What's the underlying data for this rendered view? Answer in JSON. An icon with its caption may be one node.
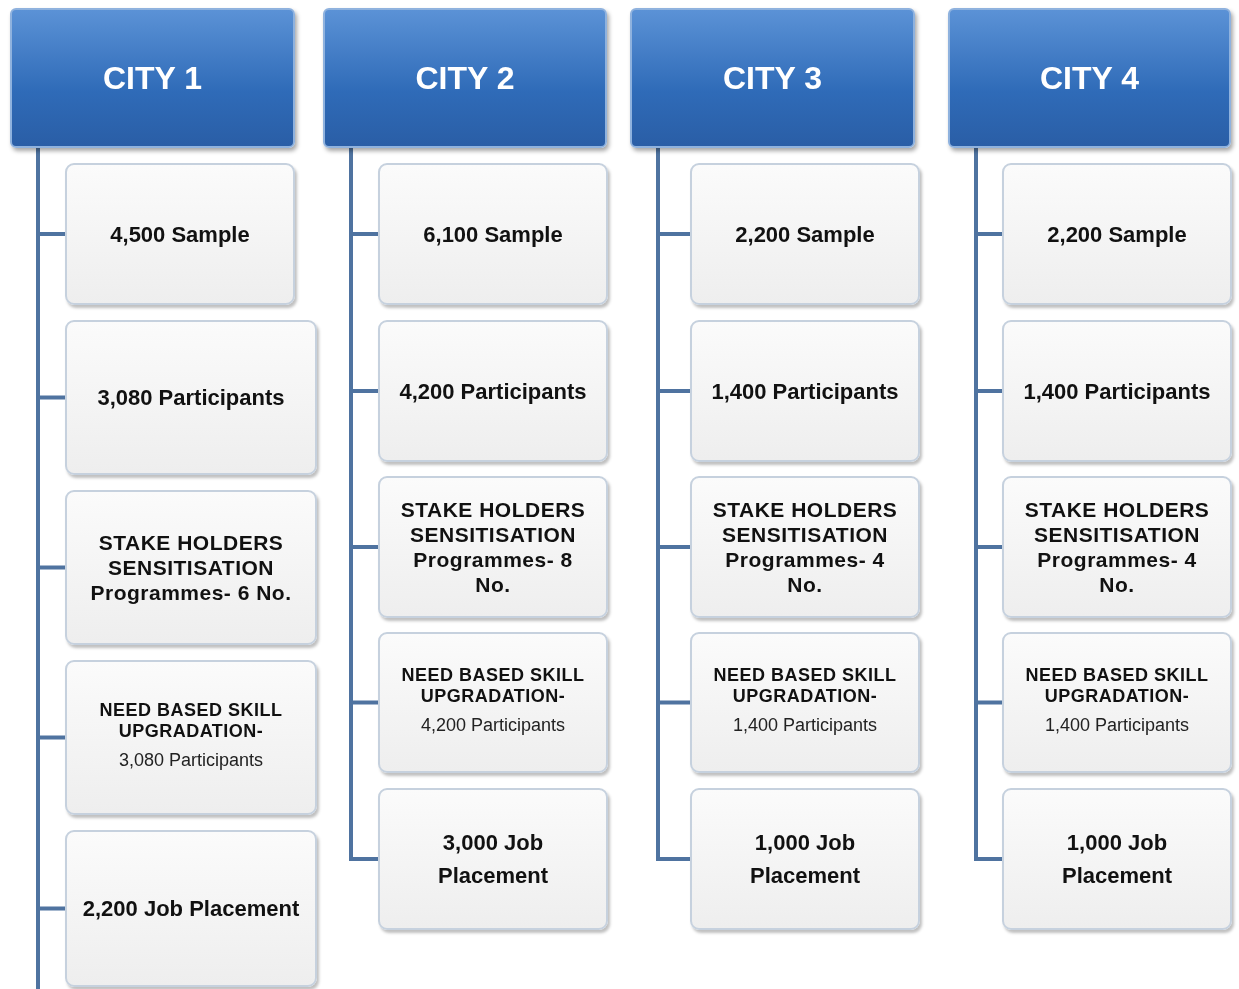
{
  "diagram": {
    "nodes": [
      {
        "text": [
          "CITY 1"
        ]
      },
      {
        "text": [
          "4,500 Sample"
        ]
      },
      {
        "text": [
          "3,080 Participants"
        ]
      },
      {
        "text": [
          "STAKE HOLDERS SENSITISATION Programmes- 6 No."
        ]
      },
      {
        "text": [
          "NEED BASED SKILL UPGRADATION-",
          "3,080 Participants"
        ]
      },
      {
        "text": [
          "2,200 Job Placement"
        ]
      },
      {
        "text": [
          "CITY 2"
        ]
      },
      {
        "text": [
          "6,100 Sample"
        ]
      },
      {
        "text": [
          "4,200 Participants"
        ]
      },
      {
        "text": [
          "STAKE HOLDERS SENSITISATION Programmes- 8 No."
        ]
      },
      {
        "text": [
          "NEED BASED SKILL UPGRADATION-",
          "4,200 Participants"
        ]
      },
      {
        "text": [
          "3,000 Job Placement"
        ]
      },
      {
        "text": [
          "CITY 3"
        ]
      },
      {
        "text": [
          "2,200 Sample"
        ]
      },
      {
        "text": [
          "1,400 Participants"
        ]
      },
      {
        "text": [
          "STAKE HOLDERS SENSITISATION Programmes- 4 No."
        ]
      },
      {
        "text": [
          "NEED BASED SKILL UPGRADATION-",
          "1,400 Participants"
        ]
      },
      {
        "text": [
          "1,000 Job Placement"
        ]
      },
      {
        "text": [
          "CITY 4"
        ]
      },
      {
        "text": [
          "2,200 Sample"
        ]
      },
      {
        "text": [
          "1,400 Participants"
        ]
      },
      {
        "text": [
          "STAKE HOLDERS SENSITISATION Programmes- 4 No."
        ]
      },
      {
        "text": [
          "NEED BASED SKILL UPGRADATION-",
          "1,400 Participants"
        ]
      },
      {
        "text": [
          "1,000 Job Placement"
        ]
      }
    ],
    "edges": [
      {
        "from": 0,
        "to": 1,
        "arrow": "none"
      },
      {
        "from": 0,
        "to": 2,
        "arrow": "none"
      },
      {
        "from": 0,
        "to": 3,
        "arrow": "none"
      },
      {
        "from": 0,
        "to": 4,
        "arrow": "none"
      },
      {
        "from": 0,
        "to": 5,
        "arrow": "none"
      },
      {
        "from": 6,
        "to": 7,
        "arrow": "none"
      },
      {
        "from": 6,
        "to": 8,
        "arrow": "none"
      },
      {
        "from": 6,
        "to": 9,
        "arrow": "none"
      },
      {
        "from": 6,
        "to": 10,
        "arrow": "none"
      },
      {
        "from": 6,
        "to": 11,
        "arrow": "none"
      },
      {
        "from": 12,
        "to": 13,
        "arrow": "none"
      },
      {
        "from": 12,
        "to": 14,
        "arrow": "none"
      },
      {
        "from": 12,
        "to": 15,
        "arrow": "none"
      },
      {
        "from": 12,
        "to": 16,
        "arrow": "none"
      },
      {
        "from": 12,
        "to": 17,
        "arrow": "none"
      },
      {
        "from": 18,
        "to": 19,
        "arrow": "none"
      },
      {
        "from": 18,
        "to": 20,
        "arrow": "none"
      },
      {
        "from": 18,
        "to": 21,
        "arrow": "none"
      },
      {
        "from": 18,
        "to": 22,
        "arrow": "none"
      },
      {
        "from": 18,
        "to": 23,
        "arrow": "none"
      }
    ]
  }
}
